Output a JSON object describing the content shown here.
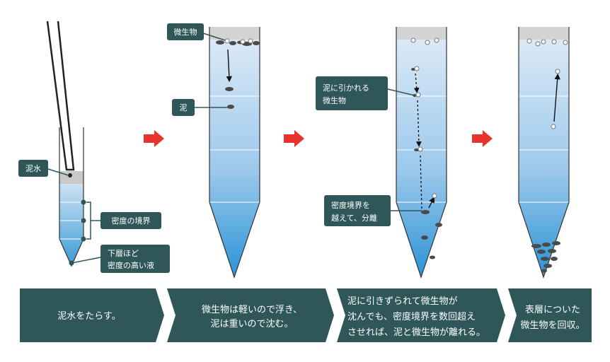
{
  "colors": {
    "label_bg": "#2f5658",
    "banner_bg": "#2f5658",
    "arrow": "#e8322c",
    "liquid_top": "#dbe9f6",
    "liquid_bottom": "#2b93d6",
    "mud": "#4a4a4a",
    "tube_outline": "#333333"
  },
  "labels": {
    "microbe": "微生物",
    "mud": "泥",
    "muddy_water": "泥水",
    "density_boundary": "密度の境界",
    "lower_dense_1": "下層ほど",
    "lower_dense_2": "密度の高い液",
    "pulled_1": "泥に引かれる",
    "pulled_2": "微生物",
    "cross_1": "密度境界を",
    "cross_2": "越えて、分離"
  },
  "steps": [
    {
      "lines": [
        "泥水をたらす。"
      ]
    },
    {
      "lines": [
        "微生物は軽いので浮き、",
        "泥は重いので沈む。"
      ]
    },
    {
      "lines": [
        "泥に引きずられて微生物が",
        "沈んでも、密度境界を数回超え",
        "させれば、泥と微生物が離れる。"
      ]
    },
    {
      "lines": [
        "表層についた",
        "微生物を回収。"
      ]
    }
  ]
}
